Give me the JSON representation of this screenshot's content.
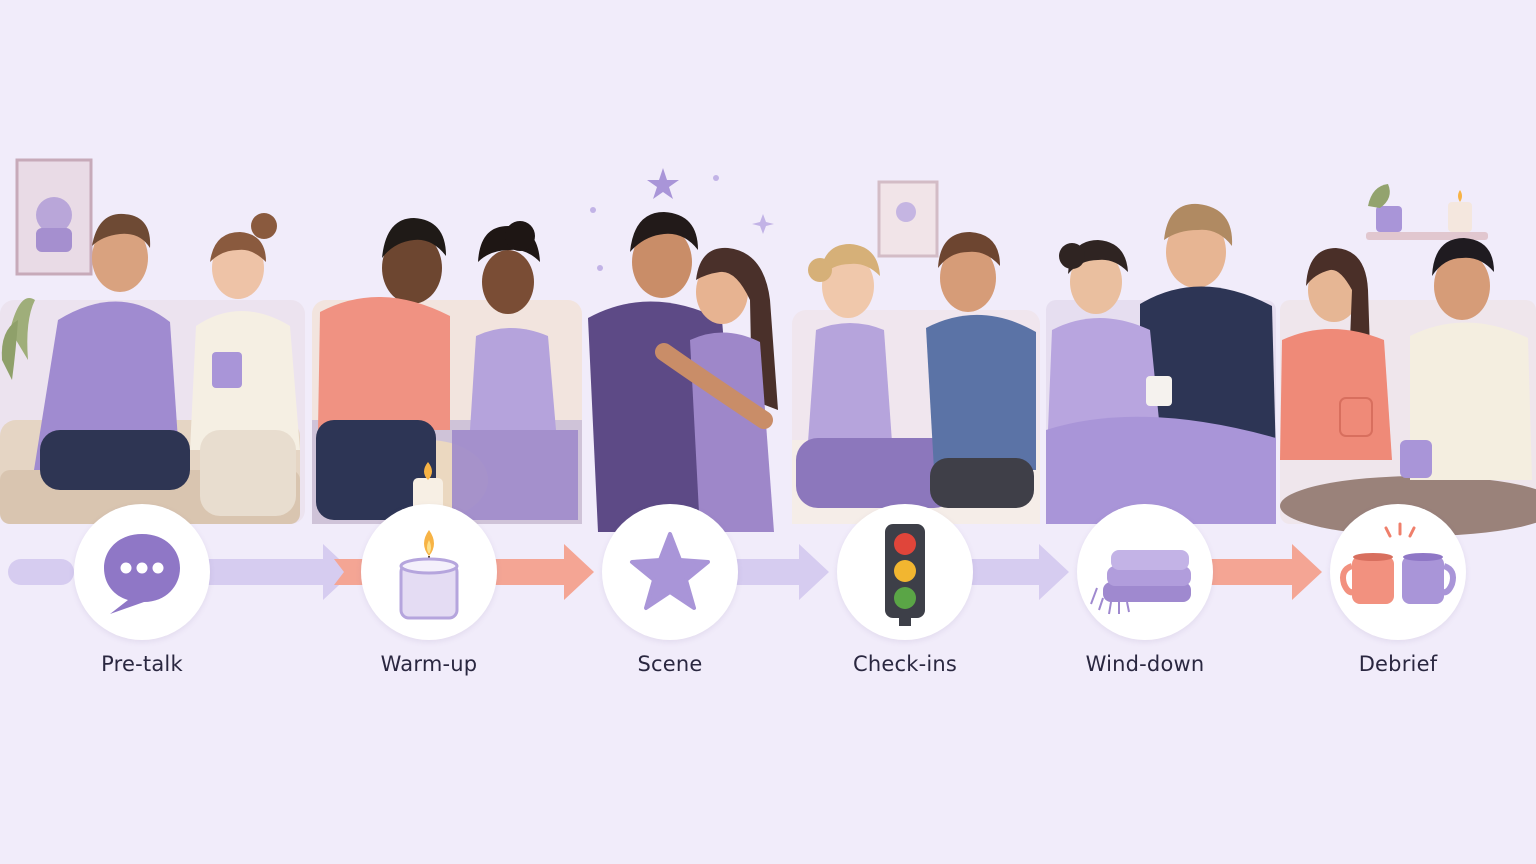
{
  "steps": [
    {
      "label": "Pre-talk",
      "icon": "speech-bubble-icon"
    },
    {
      "label": "Warm-up",
      "icon": "candle-icon"
    },
    {
      "label": "Scene",
      "icon": "star-icon"
    },
    {
      "label": "Check-ins",
      "icon": "traffic-light-icon"
    },
    {
      "label": "Wind-down",
      "icon": "folded-blanket-icon"
    },
    {
      "label": "Debrief",
      "icon": "two-mugs-icon"
    }
  ],
  "colors": {
    "background": "#f1ecfa",
    "lavender": "#a995d8",
    "lavender_light": "#d6ccf0",
    "coral": "#f4a594",
    "navy": "#2d3555",
    "text": "#2a2740"
  }
}
